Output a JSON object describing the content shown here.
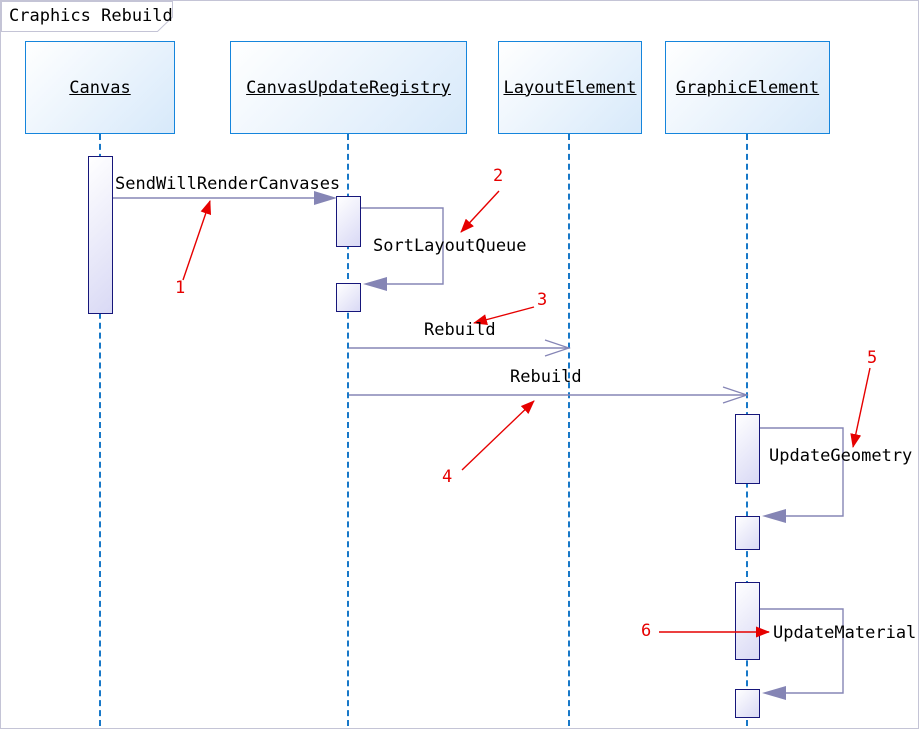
{
  "title": "Craphics Rebuild",
  "lifelines": [
    {
      "name": "Canvas"
    },
    {
      "name": "CanvasUpdateRegistry"
    },
    {
      "name": "LayoutElement"
    },
    {
      "name": "GraphicElement"
    }
  ],
  "messages": [
    {
      "label": "SendWillRenderCanvases",
      "from": "Canvas",
      "to": "CanvasUpdateRegistry",
      "arrow": "solid"
    },
    {
      "label": "SortLayoutQueue",
      "from": "CanvasUpdateRegistry",
      "to": "CanvasUpdateRegistry",
      "arrow": "self"
    },
    {
      "label": "Rebuild",
      "from": "CanvasUpdateRegistry",
      "to": "LayoutElement",
      "arrow": "open"
    },
    {
      "label": "Rebuild",
      "from": "CanvasUpdateRegistry",
      "to": "GraphicElement",
      "arrow": "open"
    },
    {
      "label": "UpdateGeometry",
      "from": "GraphicElement",
      "to": "GraphicElement",
      "arrow": "self"
    },
    {
      "label": "UpdateMaterial",
      "from": "GraphicElement",
      "to": "GraphicElement",
      "arrow": "self"
    }
  ],
  "annotations": [
    {
      "number": "1"
    },
    {
      "number": "2"
    },
    {
      "number": "3"
    },
    {
      "number": "4"
    },
    {
      "number": "5"
    },
    {
      "number": "6"
    }
  ],
  "colors": {
    "frame_border": "#c4c4d6",
    "box_border": "#1585dc",
    "box_fill": "#d7e9fa",
    "lifeline": "#1778c8",
    "bar_border": "#16167a",
    "bar_fill": "#d9d9f5",
    "message_line": "#8585b5",
    "annotation": "#e60000",
    "text": "#000000"
  }
}
